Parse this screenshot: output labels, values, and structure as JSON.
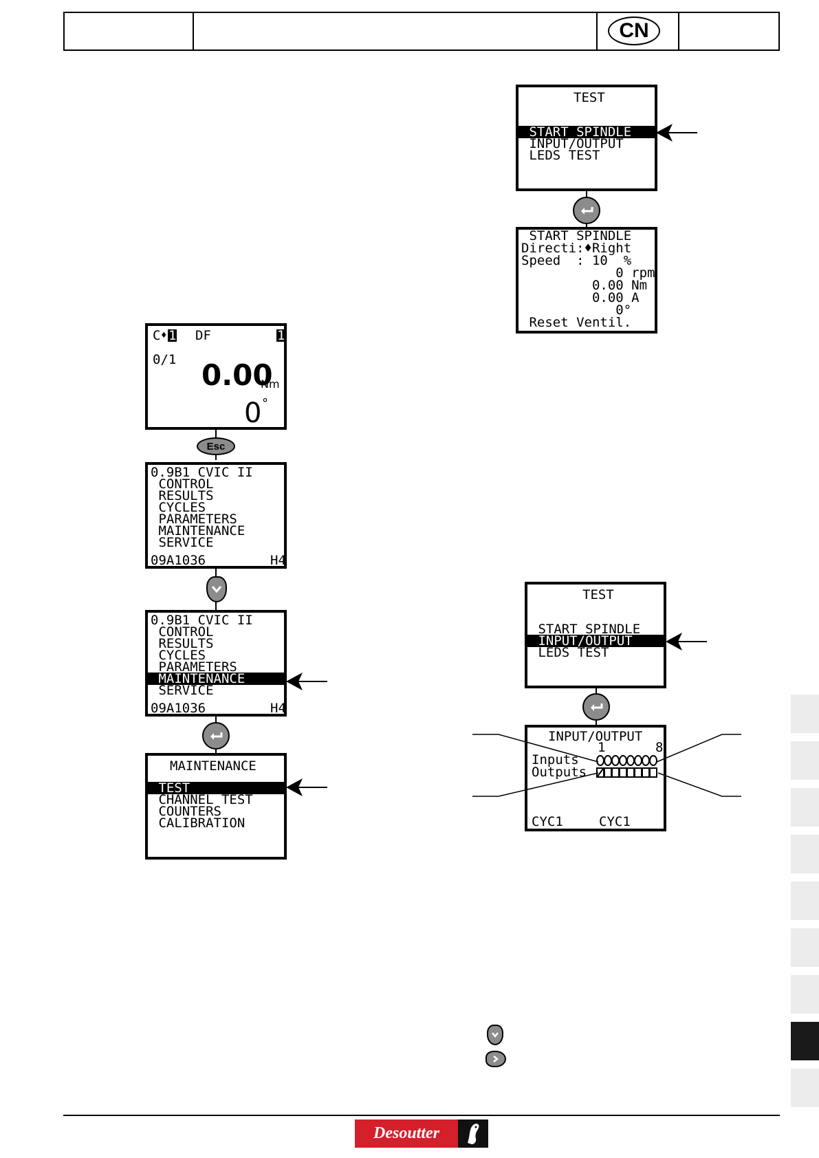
{
  "header": {
    "language_badge": "CN"
  },
  "screen_main": {
    "status_left": "C",
    "status_inv1": "1",
    "mode": "DF",
    "status_inv2": "1",
    "count": "0/1",
    "torque": "0.00",
    "torque_unit": "Nm",
    "angle": "0",
    "angle_unit": "°"
  },
  "key_esc": {
    "label": "Esc"
  },
  "screen_menu_1": {
    "lines": [
      "0.9B1 CVIC II",
      " CONTROL",
      " RESULTS",
      " CYCLES",
      " PARAMETERS",
      " MAINTENANCE",
      " SERVICE"
    ],
    "footer_left": "09A1036",
    "footer_right": "H4"
  },
  "screen_menu_2": {
    "lines": [
      "0.9B1 CVIC II",
      " CONTROL",
      " RESULTS",
      " CYCLES",
      " PARAMETERS",
      " MAINTENANCE",
      " SERVICE"
    ],
    "footer_left": "09A1036",
    "footer_right": "H4",
    "selected_index": 5
  },
  "screen_maintenance": {
    "title": "MAINTENANCE",
    "items": [
      " TEST",
      " CHANNEL TEST",
      " COUNTERS",
      " CALIBRATION"
    ],
    "selected_index": 0
  },
  "screen_test_1": {
    "title": "TEST",
    "items": [
      " START SPINDLE",
      " INPUT/OUTPUT",
      " LEDS TEST"
    ],
    "selected_index": 0
  },
  "screen_start_spindle": {
    "lines": [
      " START SPINDLE",
      "Directi:♦Right",
      "Speed  : 10  %",
      "            0 rpm",
      "         0.00 Nm",
      "         0.00 A",
      "            0°",
      " Reset Ventil."
    ]
  },
  "screen_test_2": {
    "title": "TEST",
    "items": [
      " START SPINDLE",
      " INPUT/OUTPUT",
      " LEDS TEST"
    ],
    "selected_index": 1
  },
  "screen_io": {
    "title": "INPUT/OUTPUT",
    "col_first": "1",
    "col_last": "8",
    "inputs_label": "Inputs",
    "outputs_label": "Outputs",
    "footer_left": "CYC1",
    "footer_right": "CYC1"
  },
  "legend": {
    "down_key": "down-arrow-key",
    "right_key": "right-arrow-key"
  },
  "logo": {
    "brand": "Desoutter"
  },
  "colors": {
    "brand_red": "#d3202a",
    "key_gray": "#8c8c8c",
    "tab_active": "#1a1a1a",
    "tab_inactive": "#ececec"
  }
}
